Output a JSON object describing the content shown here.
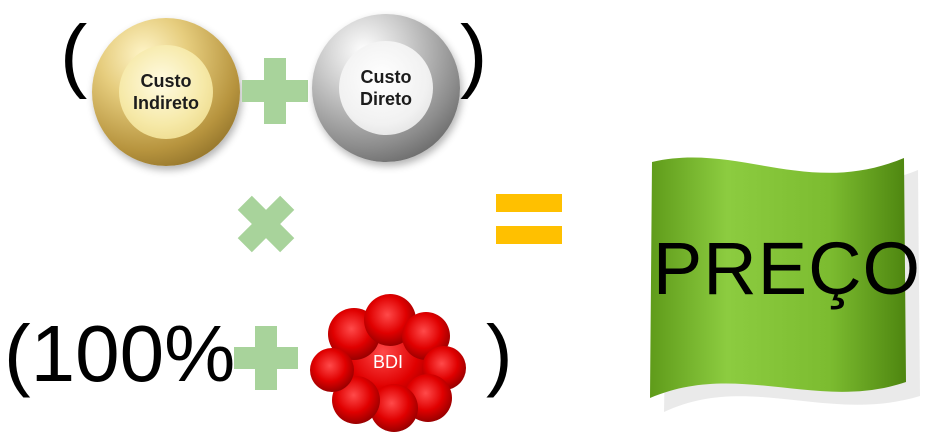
{
  "formula": {
    "open_paren": "(",
    "close_paren": ")",
    "indirect_cost": "Custo Indireto",
    "direct_cost": "Custo Direto",
    "percent_term": "(100%",
    "bdi": "BDI",
    "bdi_close_paren": ")",
    "result": "PREÇO"
  },
  "colors": {
    "plus": "#a8d39b",
    "times": "#a8d39b",
    "equals": "#ffc000",
    "cloud": "#e00000",
    "banner": "#7cbc30"
  },
  "icons": {
    "plus": "plus-icon",
    "times": "multiply-icon",
    "equals": "equals-icon"
  }
}
